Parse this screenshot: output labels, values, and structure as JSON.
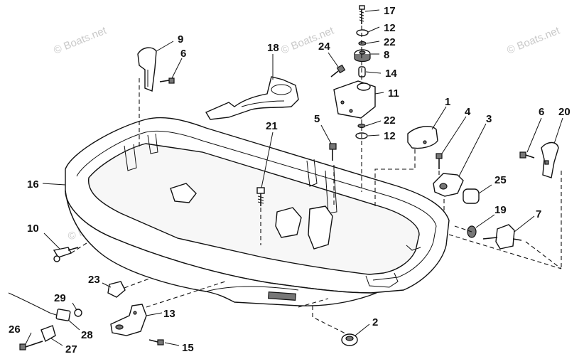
{
  "watermark": "© Boats.net",
  "callouts": [
    {
      "id": "c17",
      "label": "17"
    },
    {
      "id": "c12a",
      "label": "12"
    },
    {
      "id": "c22a",
      "label": "22"
    },
    {
      "id": "c8",
      "label": "8"
    },
    {
      "id": "c24",
      "label": "24"
    },
    {
      "id": "c14",
      "label": "14"
    },
    {
      "id": "c11",
      "label": "11"
    },
    {
      "id": "c9",
      "label": "9"
    },
    {
      "id": "c6a",
      "label": "6"
    },
    {
      "id": "c18",
      "label": "18"
    },
    {
      "id": "c5",
      "label": "5"
    },
    {
      "id": "c22b",
      "label": "22"
    },
    {
      "id": "c12b",
      "label": "12"
    },
    {
      "id": "c1",
      "label": "1"
    },
    {
      "id": "c4",
      "label": "4"
    },
    {
      "id": "c3",
      "label": "3"
    },
    {
      "id": "c6b",
      "label": "6"
    },
    {
      "id": "c20",
      "label": "20"
    },
    {
      "id": "c21",
      "label": "21"
    },
    {
      "id": "c16",
      "label": "16"
    },
    {
      "id": "c25",
      "label": "25"
    },
    {
      "id": "c19",
      "label": "19"
    },
    {
      "id": "c7",
      "label": "7"
    },
    {
      "id": "c10",
      "label": "10"
    },
    {
      "id": "c23",
      "label": "23"
    },
    {
      "id": "c29",
      "label": "29"
    },
    {
      "id": "c13",
      "label": "13"
    },
    {
      "id": "c28",
      "label": "28"
    },
    {
      "id": "c26",
      "label": "26"
    },
    {
      "id": "c27",
      "label": "27"
    },
    {
      "id": "c15",
      "label": "15"
    },
    {
      "id": "c2",
      "label": "2"
    }
  ]
}
